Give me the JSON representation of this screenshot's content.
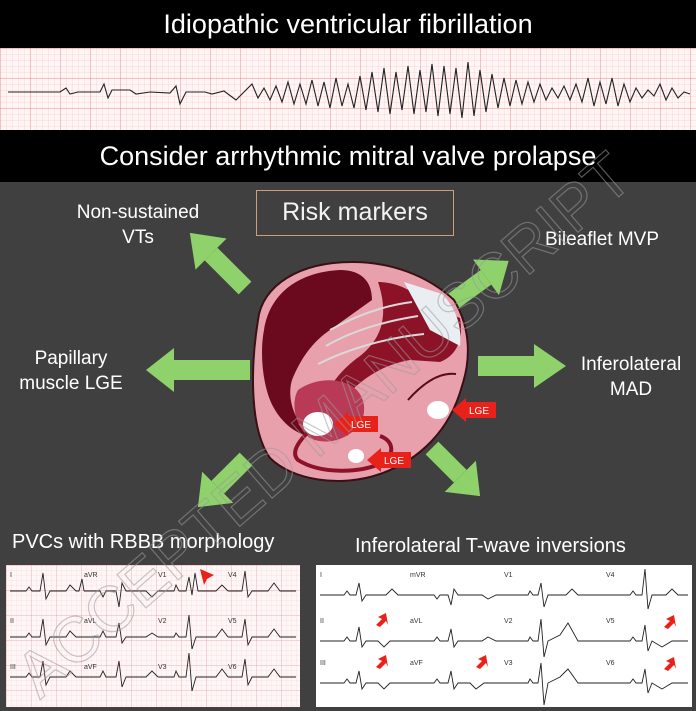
{
  "banners": {
    "top": "Idiopathic ventricular fibrillation",
    "middle": "Consider arrhythmic mitral valve prolapse"
  },
  "risk_markers_title": "Risk markers",
  "markers": {
    "nsvt_line1": "Non-sustained",
    "nsvt_line2": "VTs",
    "bileaflet": "Bileaflet MVP",
    "papillary_line1": "Papillary",
    "papillary_line2": "muscle LGE",
    "mad_line1": "Inferolateral",
    "mad_line2": "MAD",
    "pvc": "PVCs with RBBB morphology",
    "twave": "Inferolateral T-wave inversions"
  },
  "heart_tags": [
    "LGE",
    "LGE",
    "LGE"
  ],
  "ecg_left_leads": [
    "I",
    "aVR",
    "V1",
    "V4",
    "II",
    "aVL",
    "V2",
    "V5",
    "III",
    "aVF",
    "V3",
    "V6"
  ],
  "ecg_right_leads": [
    "I",
    "mVR",
    "V1",
    "V4",
    "II",
    "aVL",
    "V2",
    "V5",
    "III",
    "aVF",
    "V3",
    "V6"
  ],
  "watermark": "ACCEPTED MANUSCRIPT",
  "colors": {
    "banner": "#000000",
    "panel": "#404040",
    "arrow_green": "#8fd16b",
    "tag_red": "#e8211a",
    "heart_dark": "#6b0a1e",
    "heart_pink": "#e8a0ad"
  }
}
